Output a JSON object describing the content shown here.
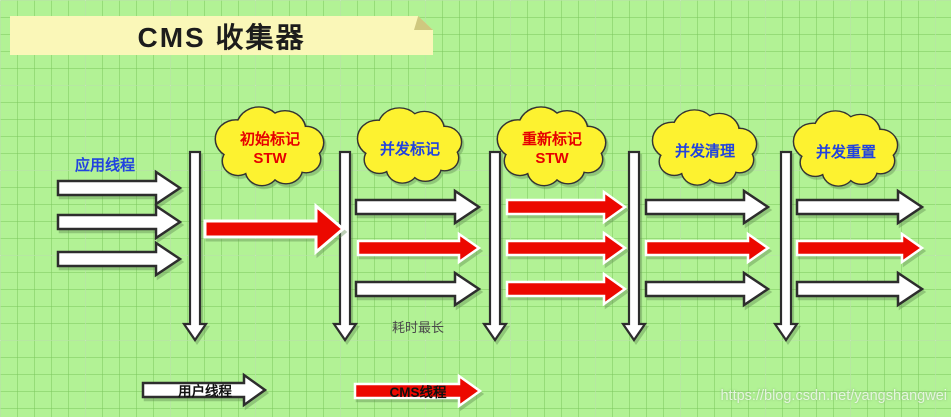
{
  "title": "CMS 收集器",
  "labels": {
    "app_threads": "应用线程",
    "note_longest": "耗时最长"
  },
  "clouds": [
    {
      "name": "initial-mark",
      "line1": "初始标记",
      "line2": "STW",
      "text_color": "#e60000"
    },
    {
      "name": "concurrent-mark",
      "line1": "并发标记",
      "line2": "",
      "text_color": "#2143df"
    },
    {
      "name": "remark",
      "line1": "重新标记",
      "line2": "STW",
      "text_color": "#e60000"
    },
    {
      "name": "concurrent-sweep",
      "line1": "并发清理",
      "line2": "",
      "text_color": "#2143df"
    },
    {
      "name": "concurrent-reset",
      "line1": "并发重置",
      "line2": "",
      "text_color": "#2143df"
    }
  ],
  "legend": {
    "user_thread": "用户线程",
    "cms_thread": "CMS线程"
  },
  "watermark": "https://blog.csdn.net/yangshangwei",
  "colors": {
    "background": "#b2f295",
    "grid_line": "#7ac65c",
    "banner": "#faf7b8",
    "banner_fold": "#cfc87f",
    "cloud_fill": "#fdf230",
    "cloud_stroke": "#333333",
    "red_arrow": "#ec0800",
    "white_arrow": "#ffffff",
    "blue_text": "#2143df",
    "red_text": "#e60000"
  }
}
